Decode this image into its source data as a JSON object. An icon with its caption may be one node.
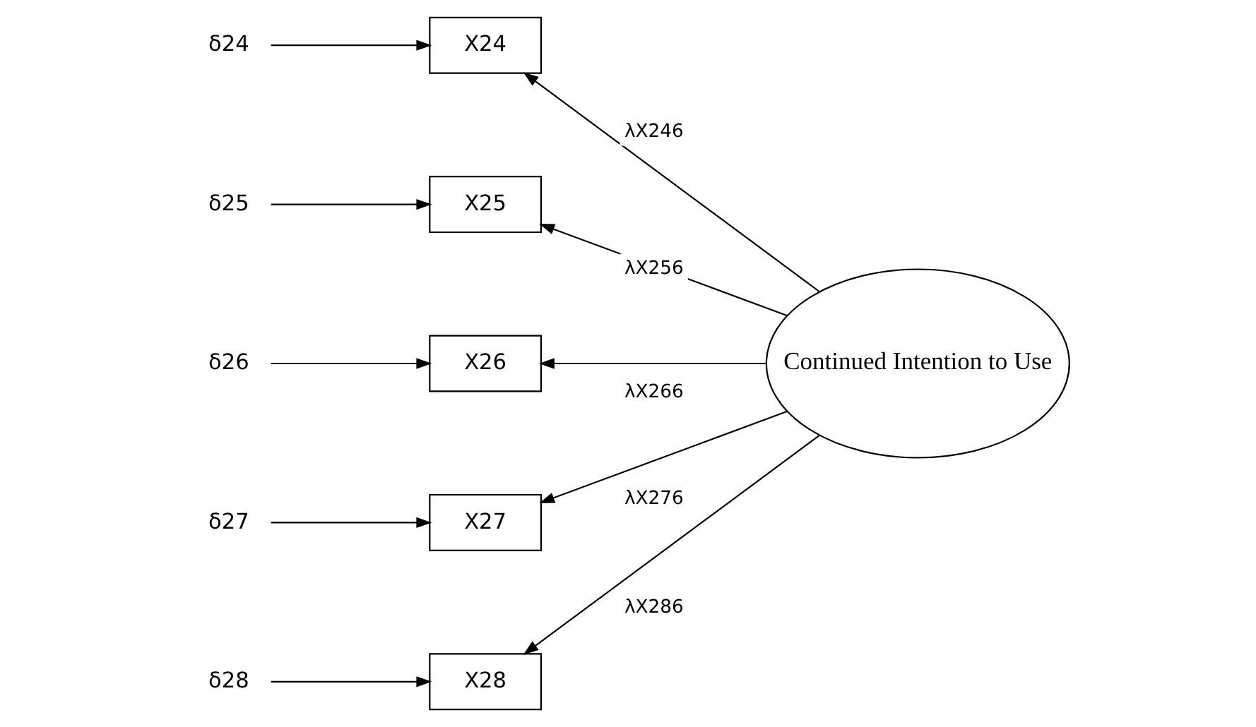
{
  "diagram": {
    "nodes": [
      {
        "text": [
          "δ24"
        ]
      },
      {
        "text": [
          "X24"
        ]
      },
      {
        "text": [
          "δ25"
        ]
      },
      {
        "text": [
          "X25"
        ]
      },
      {
        "text": [
          "δ26"
        ]
      },
      {
        "text": [
          "X26"
        ]
      },
      {
        "text": [
          "δ27"
        ]
      },
      {
        "text": [
          "X27"
        ]
      },
      {
        "text": [
          "δ28"
        ]
      },
      {
        "text": [
          "X28"
        ]
      },
      {
        "text": [
          "Continued Intention to Use"
        ]
      }
    ],
    "edges": [
      {
        "from": 0,
        "to": 1,
        "arrow": "to"
      },
      {
        "from": 2,
        "to": 3,
        "arrow": "to"
      },
      {
        "from": 4,
        "to": 5,
        "arrow": "to"
      },
      {
        "from": 6,
        "to": 7,
        "arrow": "to"
      },
      {
        "from": 8,
        "to": 9,
        "arrow": "to"
      },
      {
        "from": 10,
        "to": 1,
        "arrow": "to",
        "label": "λX246"
      },
      {
        "from": 10,
        "to": 3,
        "arrow": "to",
        "label": "λX256"
      },
      {
        "from": 10,
        "to": 5,
        "arrow": "to",
        "label": "λX266"
      },
      {
        "from": 10,
        "to": 7,
        "arrow": "to",
        "label": "λX276"
      },
      {
        "from": 10,
        "to": 9,
        "arrow": "to",
        "label": "λX286"
      }
    ]
  }
}
